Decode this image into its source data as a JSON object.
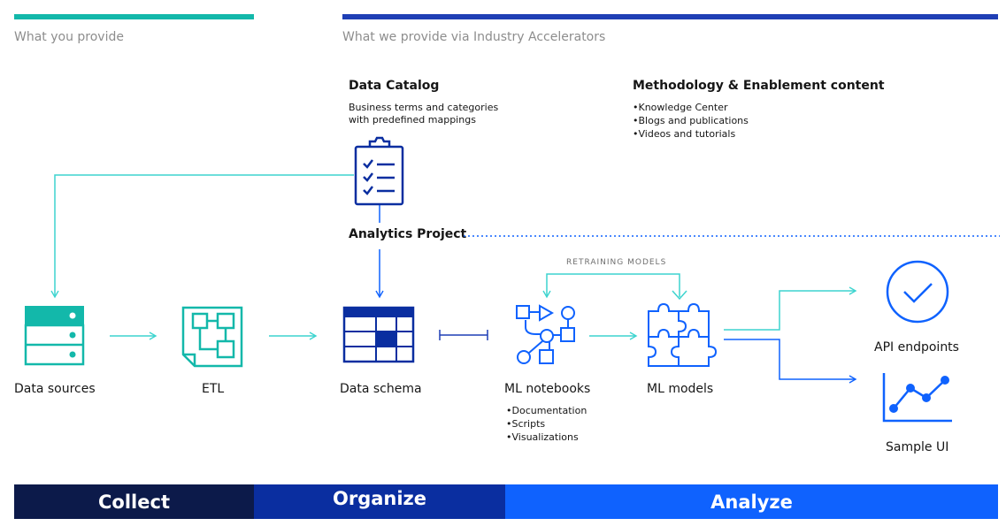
{
  "header": {
    "left": "What you provide",
    "right": "What we provide via Industry Accelerators"
  },
  "catalog": {
    "title": "Data Catalog",
    "desc_line1": "Business terms and categories",
    "desc_line2": "with predefined mappings"
  },
  "methodology": {
    "title": "Methodology & Enablement content",
    "items": [
      "Knowledge Center",
      "Blogs and publications",
      "Videos and tutorials"
    ]
  },
  "analytics_project": "Analytics Project",
  "retraining": "RETRAINING MODELS",
  "nodes": {
    "data_sources": "Data sources",
    "etl": "ETL",
    "data_schema": "Data schema",
    "ml_notebooks": "ML notebooks",
    "ml_models": "ML models",
    "api_endpoints": "API endpoints",
    "sample_ui": "Sample UI"
  },
  "notebook_items": [
    "Documentation",
    "Scripts",
    "Visualizations"
  ],
  "phases": {
    "collect": "Collect",
    "organize": "Organize",
    "analyze": "Analyze"
  },
  "colors": {
    "teal": "#13b8aa",
    "arrow_teal": "#3dd4cf",
    "blue": "#0f62fe",
    "dark_blue": "#1f3fb5",
    "collect_bg": "#0c1a4a",
    "organize_bg": "#0a2ea0",
    "analyze_bg": "#0f62fe"
  }
}
